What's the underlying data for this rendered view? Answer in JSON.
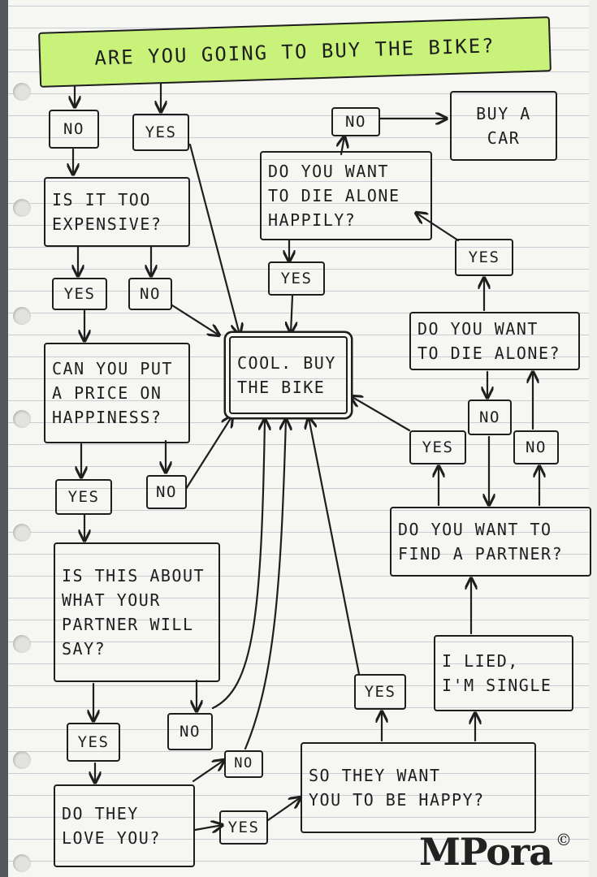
{
  "title": "ARE YOU GOING TO BUY THE BIKE?",
  "nodes": {
    "no_top": "NO",
    "yes_top": "YES",
    "too_expensive": "IS IT TOO\nEXPENSIVE?",
    "yes_expensive": "YES",
    "no_expensive": "NO",
    "price_happiness": "CAN YOU PUT\nA PRICE ON\nHAPPINESS?",
    "yes_price": "YES",
    "no_price": "NO",
    "about_partner": "IS THIS ABOUT\nWHAT YOUR\nPARTNER WILL\nSAY?",
    "yes_partner": "YES",
    "no_partner": "NO",
    "love_you": "DO THEY\nLOVE YOU?",
    "no_love": "NO",
    "yes_love": "YES",
    "want_happy": "SO THEY WANT\nYOU TO BE HAPPY?",
    "yes_happy": "YES",
    "lied_single": "I LIED,\nI'M SINGLE",
    "find_partner": "DO YOU WANT TO\nFIND A PARTNER?",
    "yes_partner_q": "YES",
    "no_partner_q": "NO",
    "no_die_alone": "NO",
    "die_alone": "DO YOU WANT\nTO DIE ALONE?",
    "yes_die_alone": "YES",
    "die_alone_happily": "DO YOU WANT\nTO DIE ALONE\nHAPPILY?",
    "yes_happily": "YES",
    "no_happily": "NO",
    "buy_car": "BUY A\nCAR",
    "buy_bike": "COOL. BUY\nTHE BIKE"
  },
  "logo": {
    "text": "MPora",
    "mark": "©"
  },
  "colors": {
    "title_highlight": "#c9f27a",
    "ink": "#1e1e1e",
    "paper": "#f6f6f3",
    "ruled_line": "#c9cdd6"
  }
}
